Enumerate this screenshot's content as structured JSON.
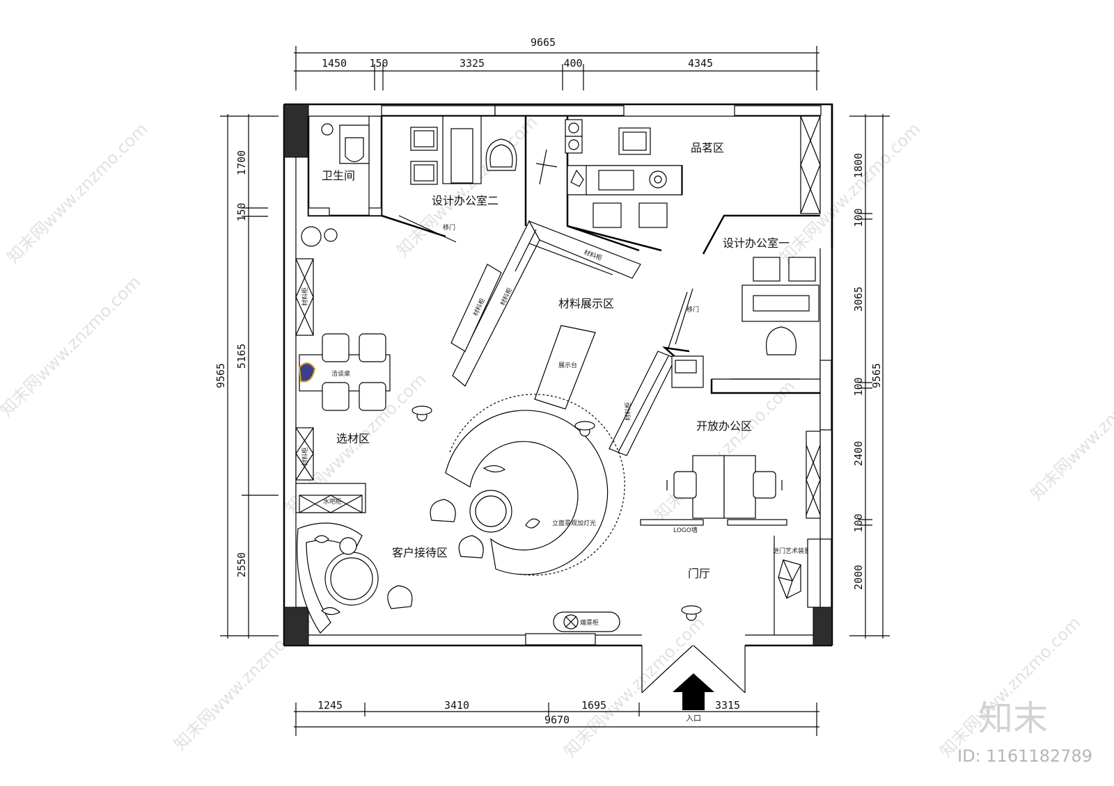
{
  "dimensions": {
    "top_total": "9665",
    "top": [
      "1450",
      "150",
      "3325",
      "400",
      "4345"
    ],
    "bottom_total": "9670",
    "bottom": [
      "1245",
      "3410",
      "1695",
      "3315"
    ],
    "left_total": "9565",
    "left": [
      "1700",
      "150",
      "5165",
      "2550"
    ],
    "right_total": "9565",
    "right": [
      "1800",
      "100",
      "3065",
      "100",
      "2400",
      "100",
      "2000"
    ]
  },
  "rooms": {
    "bathroom": "卫生间",
    "design_office_2": "设计办公室二",
    "tea_area": "品茗区",
    "design_office_1": "设计办公室一",
    "material_display": "材料展示区",
    "material_select": "选材区",
    "open_office": "开放办公区",
    "reception": "客户接待区",
    "lobby": "门厅"
  },
  "labels": {
    "sliding_door_1": "移门",
    "sliding_door_2": "移门",
    "material_cabinet_a": "材料柜",
    "material_cabinet_b": "材料柜",
    "material_cabinet_c": "材料柜",
    "material_cabinet_d": "材料柜",
    "material_cabinet_e": "材料柜",
    "material_cabinet_f": "材料柜",
    "display_table": "展示台",
    "negotiation_table": "洽谈桌",
    "water_bar": "水吧柜",
    "feature_light": "立面景观加灯光",
    "logo_wall": "LOGO墙",
    "entry_art": "进门艺术装置",
    "landscape_cabinet": "端景柜",
    "entrance": "入口"
  },
  "watermarks": {
    "site": "知末网www.znzmo.com",
    "brand": "知末",
    "id": "ID: 1161182789"
  }
}
